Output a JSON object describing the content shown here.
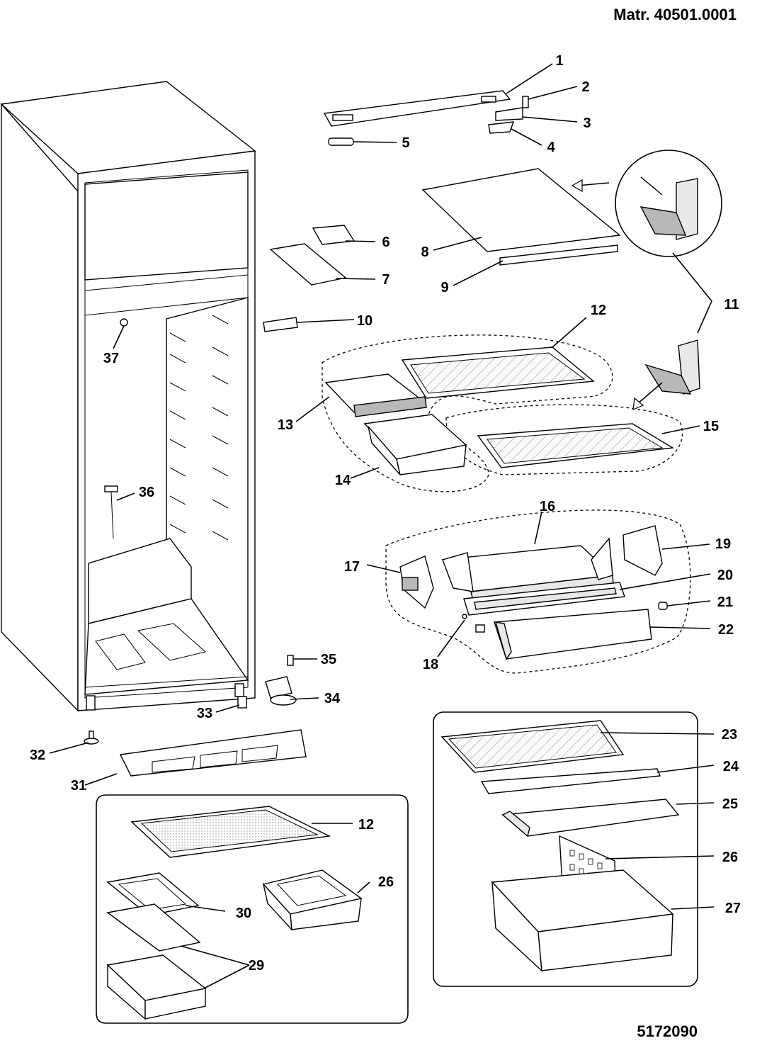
{
  "header": {
    "code": "Matr. 40501.0001"
  },
  "footer": {
    "code": "5172090"
  },
  "callouts": [
    "1",
    "2",
    "3",
    "4",
    "5",
    "6",
    "7",
    "8",
    "9",
    "10",
    "11",
    "12",
    "13",
    "14",
    "15",
    "16",
    "17",
    "18",
    "19",
    "20",
    "21",
    "22",
    "23",
    "24",
    "25",
    "26",
    "27",
    "12",
    "26",
    "30",
    "29",
    "31",
    "32",
    "33",
    "34",
    "35",
    "36",
    "37"
  ]
}
